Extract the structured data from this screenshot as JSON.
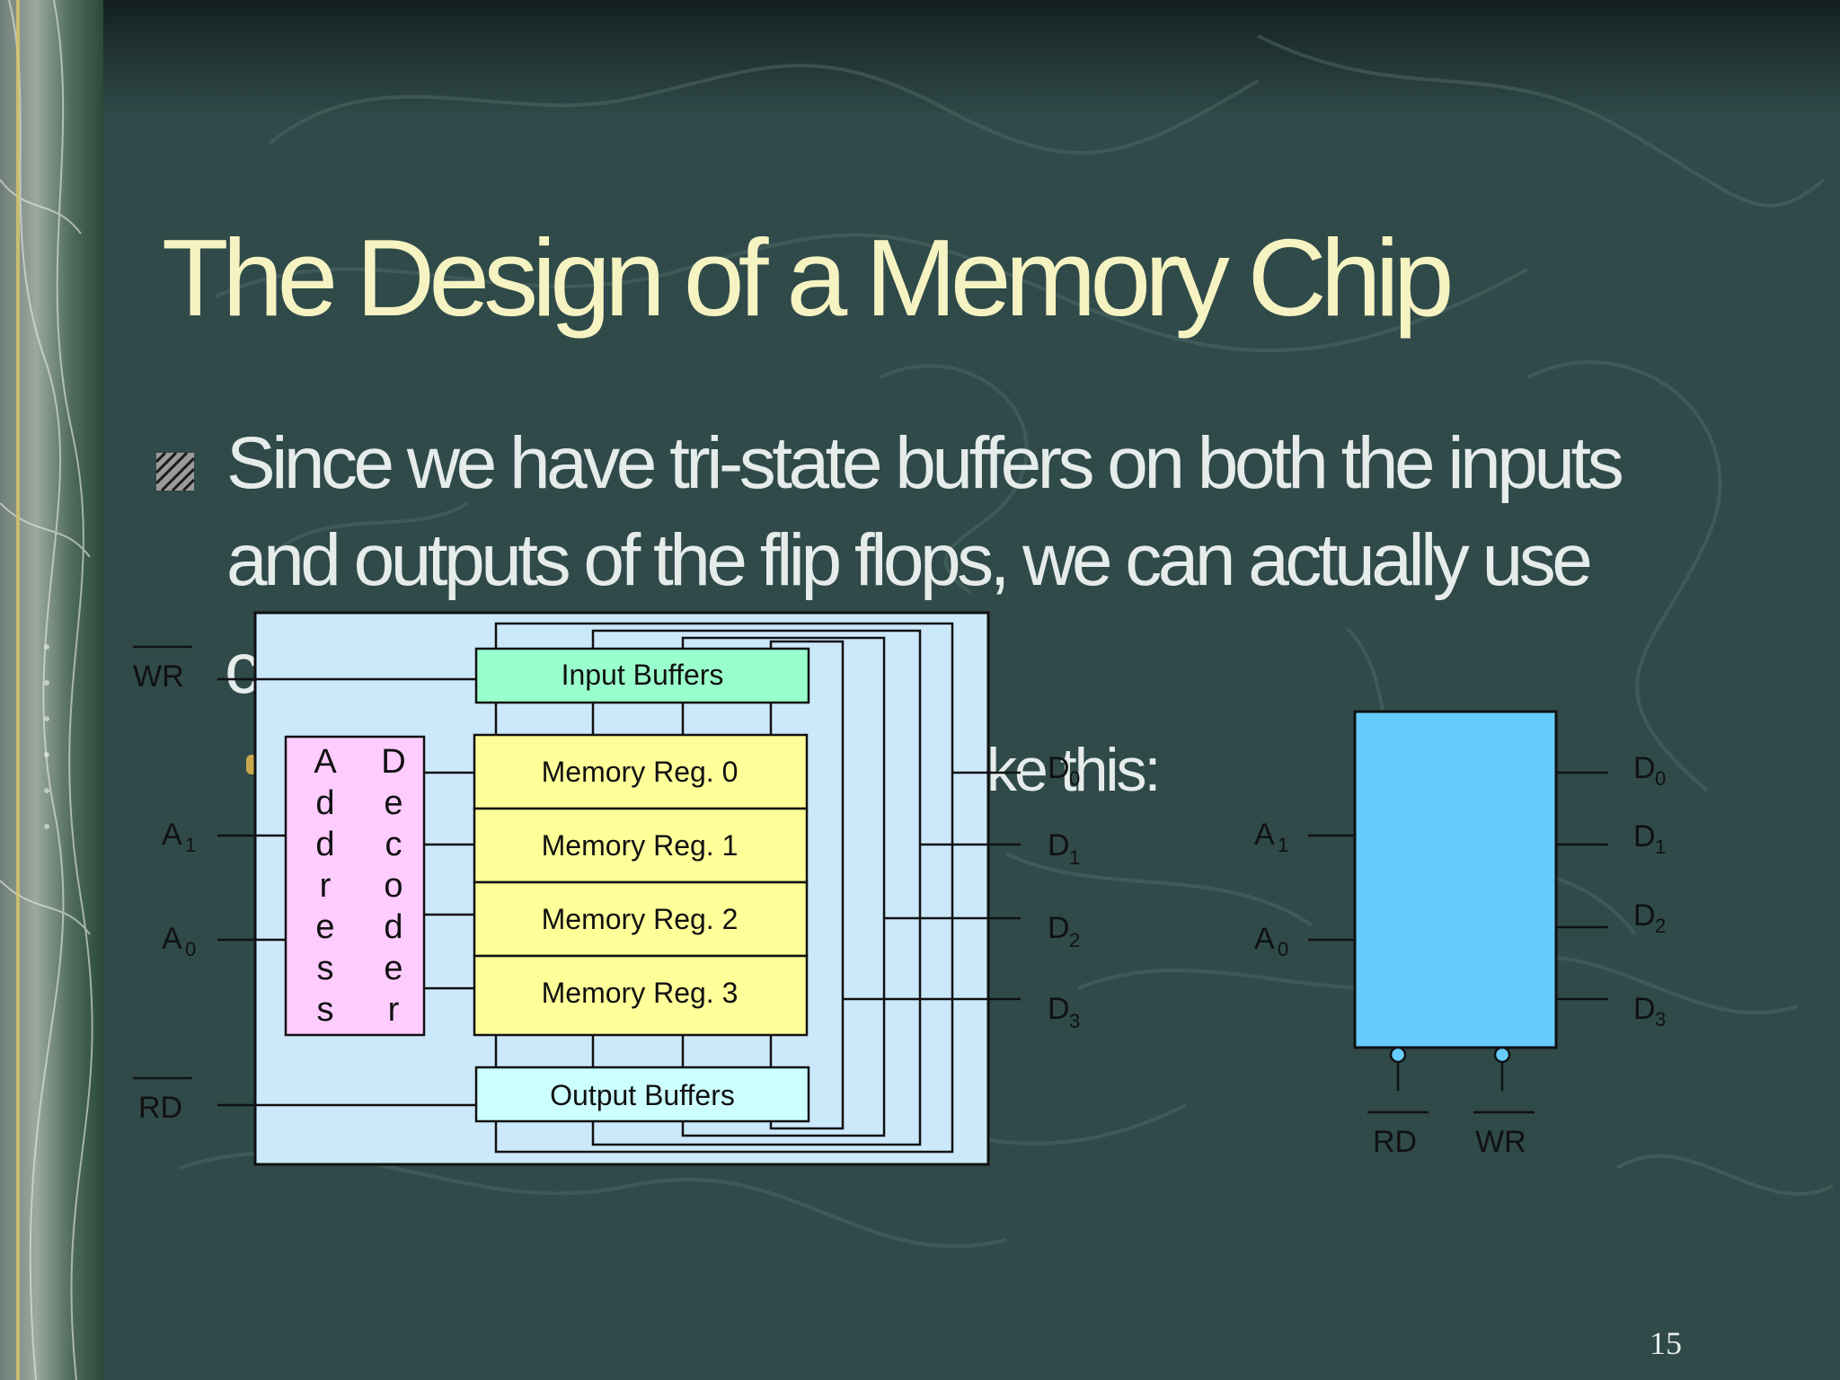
{
  "slide": {
    "title": "The Design of a Memory Chip",
    "bullet": {
      "lines": [
        "Since we have tri-state buffers on both the inputs",
        "and outputs of the flip flops, we can actually use"
      ],
      "line3_visible_fragment": "c",
      "sub_bullet_visible_fragment": "ke this:"
    },
    "page_number": "15"
  },
  "diagram_left": {
    "inputs": {
      "wr": "WR",
      "a1": "A",
      "a1_sub": "1",
      "a0": "A",
      "a0_sub": "0",
      "rd": "RD"
    },
    "address_decoder": {
      "col1": [
        "A",
        "d",
        "d",
        "r",
        "e",
        "s",
        "s"
      ],
      "col2": [
        "D",
        "e",
        "c",
        "o",
        "d",
        "e",
        "r"
      ]
    },
    "input_buffers_label": "Input Buffers",
    "output_buffers_label": "Output Buffers",
    "registers": [
      "Memory Reg. 0",
      "Memory Reg. 1",
      "Memory Reg. 2",
      "Memory Reg. 3"
    ],
    "outputs": [
      {
        "label": "D",
        "sub": "0"
      },
      {
        "label": "D",
        "sub": "1"
      },
      {
        "label": "D",
        "sub": "2"
      },
      {
        "label": "D",
        "sub": "3"
      }
    ]
  },
  "diagram_right": {
    "inputs": {
      "a1": "A",
      "a1_sub": "1",
      "a0": "A",
      "a0_sub": "0"
    },
    "outputs": [
      {
        "label": "D",
        "sub": "0"
      },
      {
        "label": "D",
        "sub": "1"
      },
      {
        "label": "D",
        "sub": "2"
      },
      {
        "label": "D",
        "sub": "3"
      }
    ],
    "rd": "RD",
    "wr": "WR"
  },
  "colors": {
    "background": "#2f4a49",
    "title": "#f6f3c2",
    "body_text": "#e6ecea",
    "chip_panel": "#cce8fb",
    "input_buffers": "#99ffcc",
    "output_buffers": "#ccffff",
    "registers": "#ffff99",
    "decoder": "#ffccff",
    "right_chip": "#66ccff",
    "label_text": "#111111"
  }
}
